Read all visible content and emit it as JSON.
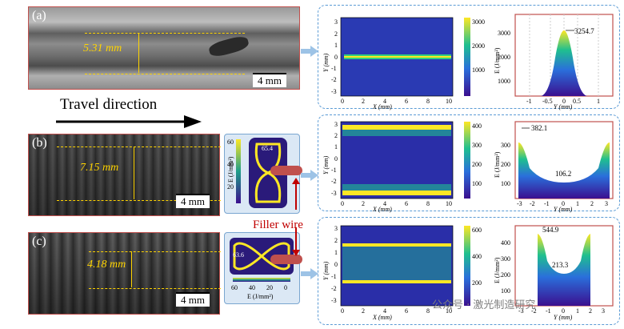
{
  "photos": [
    {
      "label": "(a)",
      "width": "5.31 mm",
      "scale": "4 mm"
    },
    {
      "label": "(b)",
      "width": "7.15 mm",
      "scale": "4 mm"
    },
    {
      "label": "(c)",
      "width": "4.18 mm",
      "scale": "4 mm"
    }
  ],
  "travel_direction": "Travel direction",
  "filler_wire": "Filler wire",
  "maps": {
    "xlabel": "X (mm)",
    "ylabel": "Y (mm)",
    "x_ticks": [
      "0",
      "2",
      "4",
      "6",
      "8",
      "10"
    ],
    "y_ticks": [
      "3",
      "2",
      "1",
      "0",
      "-1",
      "-2",
      "-3"
    ]
  },
  "colorbar_label": "E (J/mm²)",
  "colorbars": [
    {
      "ticks": [
        "3000",
        "2000",
        "1000"
      ]
    },
    {
      "ticks": [
        "400",
        "300",
        "200",
        "100"
      ]
    },
    {
      "ticks": [
        "600",
        "400",
        "200"
      ]
    }
  ],
  "profiles": [
    {
      "peak": "3254.7",
      "yticks": [
        "3000",
        "2000",
        "1000"
      ],
      "xticks": [
        "-1",
        "-0.5",
        "0",
        "0.5",
        "1"
      ]
    },
    {
      "peak": "382.1",
      "center": "106.2",
      "yticks": [
        "300",
        "200",
        "100"
      ],
      "xticks": [
        "-3",
        "-2",
        "-1",
        "0",
        "1",
        "2",
        "3"
      ]
    },
    {
      "peak": "544.9",
      "center": "213.3",
      "yticks": [
        "400",
        "300",
        "200",
        "100"
      ],
      "xticks": [
        "-3",
        "-2",
        "-1",
        "0",
        "1",
        "2",
        "3"
      ]
    }
  ],
  "profile_xlabel": "Y (mm)",
  "mini_b": {
    "value": "65.4",
    "ticks": [
      "60",
      "40",
      "20"
    ],
    "label": "E (J/mm²)"
  },
  "mini_c": {
    "value": "63.6",
    "ticks": [
      "60",
      "40",
      "20",
      "0"
    ],
    "label": "E (J/mm²)"
  },
  "watermark": "公众号 · 激光制造研究",
  "colors": {
    "border": "#c0504d",
    "panel": "#5b9bd5",
    "label": "#ffd400",
    "filler": "#c00000"
  }
}
